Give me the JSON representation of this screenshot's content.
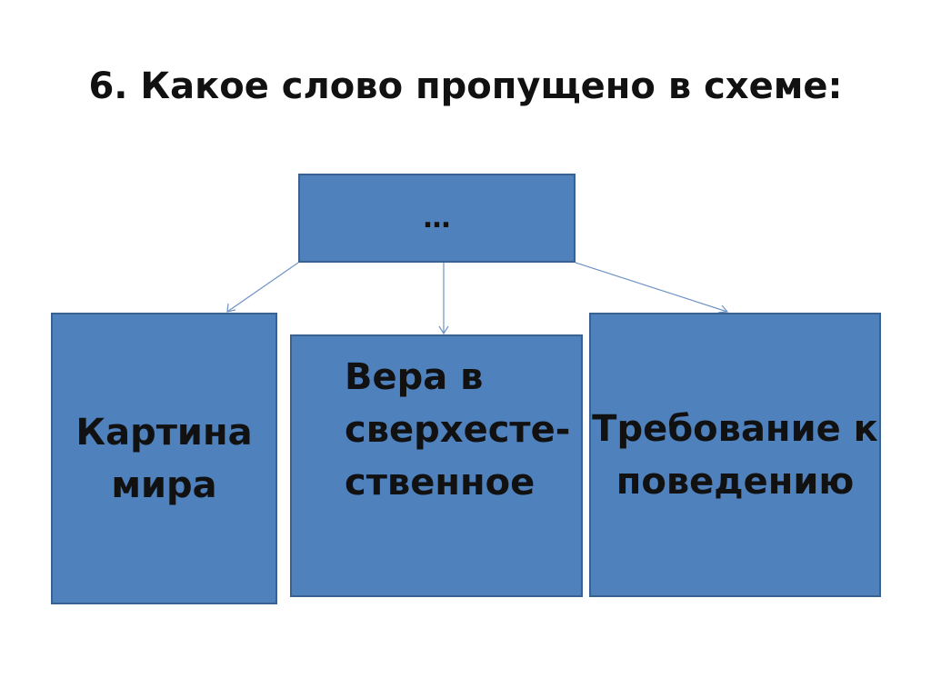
{
  "title": "6. Какое слово пропущено в схеме:",
  "top_box": "…",
  "left_box": "Картина мира",
  "middle_box": "Вера в сверхесте-ственное",
  "right_box": "Требование к поведению"
}
